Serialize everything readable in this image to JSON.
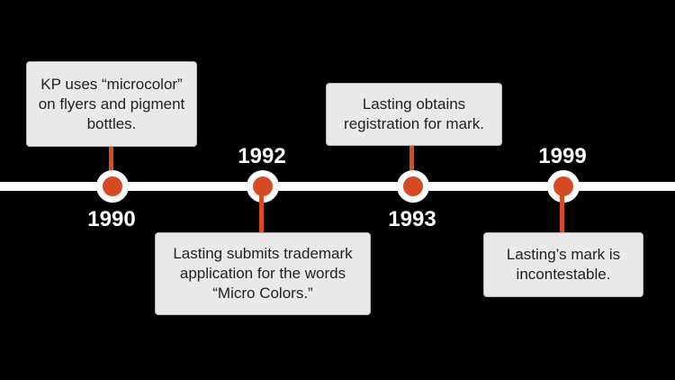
{
  "timeline": {
    "events": [
      {
        "year": "1990",
        "lines": [
          "KP uses “microcolor”",
          "on flyers and pigment",
          "bottles."
        ]
      },
      {
        "year": "1992",
        "lines": [
          "Lasting submits trademark",
          "application for the words",
          "“Micro Colors.”"
        ]
      },
      {
        "year": "1993",
        "lines": [
          "Lasting obtains",
          "registration for mark."
        ]
      },
      {
        "year": "1999",
        "lines": [
          "Lasting’s mark is",
          "incontestable."
        ]
      }
    ]
  },
  "colors": {
    "background": "#000000",
    "line": "#ffffff",
    "accent": "#d64b24",
    "card": "#e9e9e9"
  }
}
